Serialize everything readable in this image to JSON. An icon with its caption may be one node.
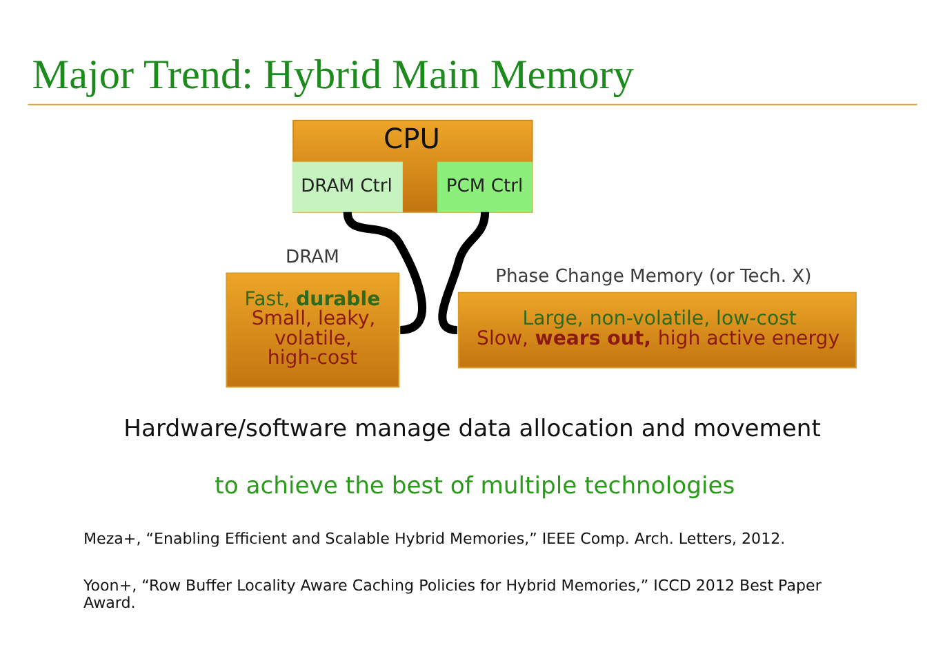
{
  "diagram": {
    "title": "Major Trend: Hybrid Main Memory",
    "nodes": [
      {
        "text": [
          "CPU"
        ]
      },
      {
        "text": [
          "DRAM Ctrl"
        ],
        "in": 0
      },
      {
        "text": [
          "PCM Ctrl"
        ],
        "in": 0
      },
      {
        "text": [
          "DRAM",
          "Fast, **durable**",
          "Small, leaky, volatile, high-cost"
        ]
      },
      {
        "text": [
          "Phase Change Memory (or Tech. X)",
          "Large, non-volatile, low-cost",
          "Slow, **wears out,** high active energy"
        ]
      }
    ],
    "edges": [
      {
        "from": 1,
        "to": 3,
        "arrow": "none"
      },
      {
        "from": 2,
        "to": 4,
        "arrow": "none"
      }
    ],
    "labels": [
      "Hardware/software manage data allocation and movement",
      "to achieve the best of multiple technologies",
      "Meza+, “Enabling Efficient and Scalable Hybrid Memories,” IEEE Comp. Arch. Letters, 2012.",
      "Yoon+, “Row Buffer Locality Aware Caching Policies for Hybrid Memories,” ICCD 2012 Best Paper Award."
    ]
  }
}
